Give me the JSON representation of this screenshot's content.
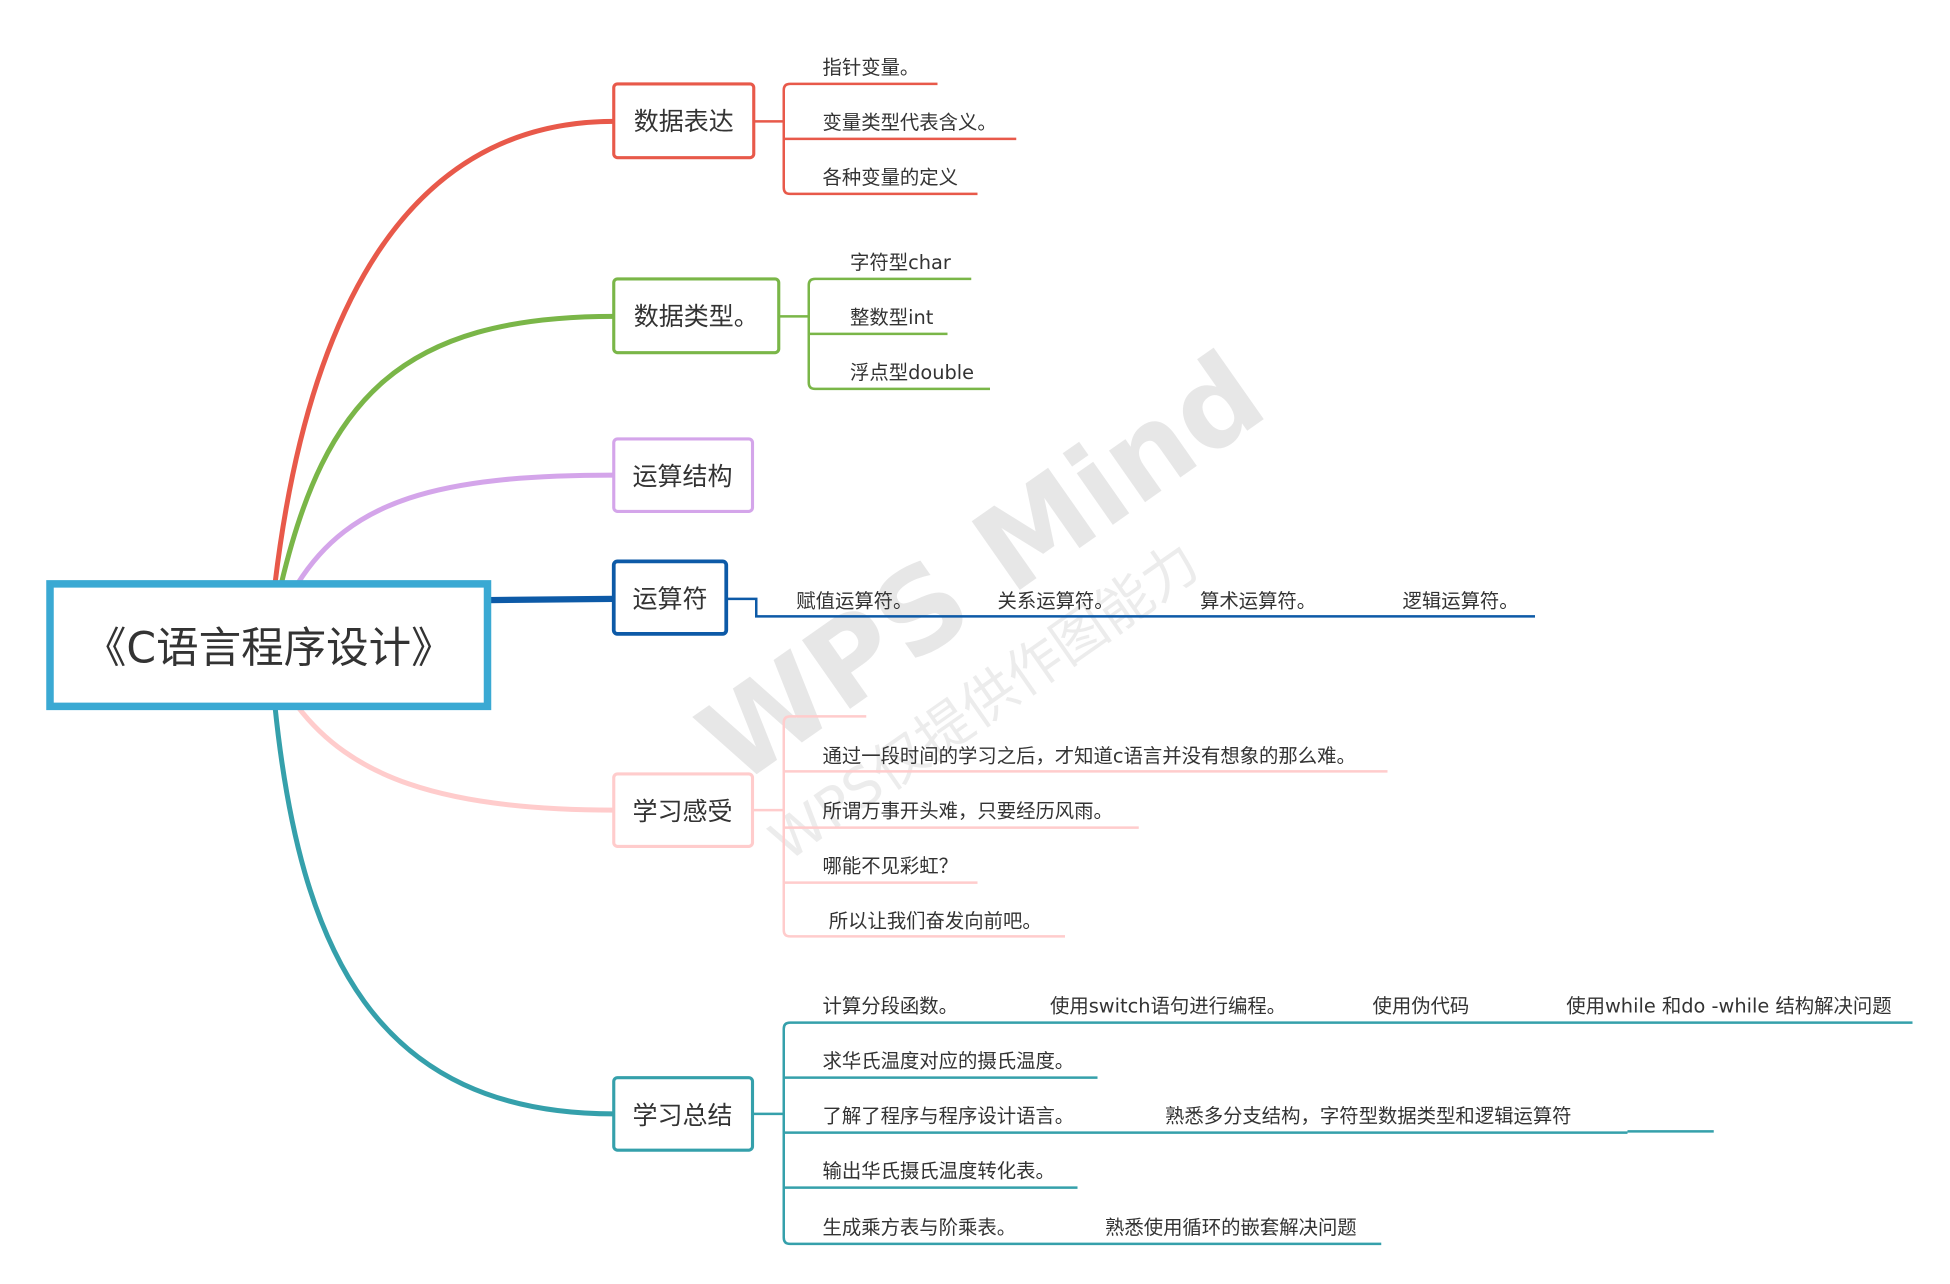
{
  "root": {
    "label": "《C语言程序设计》",
    "color": "#3aa9d3"
  },
  "watermark": {
    "brand": "WPS Mind",
    "note": "WPS仅提供作图能力"
  },
  "branches": [
    {
      "label": "数据表达",
      "color": "#e8594a",
      "items": [
        "指针变量。",
        "变量类型代表含义。",
        "各种变量的定义"
      ]
    },
    {
      "label": "数据类型。",
      "color": "#7ab648",
      "items": [
        "字符型char",
        "整数型int",
        "浮点型double"
      ]
    },
    {
      "label": "运算结构",
      "color": "#d4a5ea",
      "items": []
    },
    {
      "label": "运算符",
      "color": "#0d5aa7",
      "items": [
        "赋值运算符。",
        "关系运算符。",
        "算术运算符。",
        "逻辑运算符。"
      ]
    },
    {
      "label": "学习感受",
      "color": "#ffcccc",
      "items": [
        "",
        "通过一段时间的学习之后，才知道c语言并没有想象的那么难。",
        "所谓万事开头难，只要经历风雨。",
        "哪能不见彩虹？",
        "所以让我们奋发向前吧。"
      ]
    },
    {
      "label": "学习总结",
      "color": "#35a0ab",
      "items": [
        [
          "计算分段函数。",
          "使用switch语句进行编程。",
          "使用伪代码",
          "使用while 和do -while 结构解决问题"
        ],
        [
          "求华氏温度对应的摄氏温度。"
        ],
        [
          "了解了程序与程序设计语言。",
          "熟悉多分支结构，字符型数据类型和逻辑运算符",
          ""
        ],
        [
          "输出华氏摄氏温度转化表。"
        ],
        [
          "生成乘方表与阶乘表。",
          "熟悉使用循环的嵌套解决问题"
        ]
      ]
    }
  ]
}
